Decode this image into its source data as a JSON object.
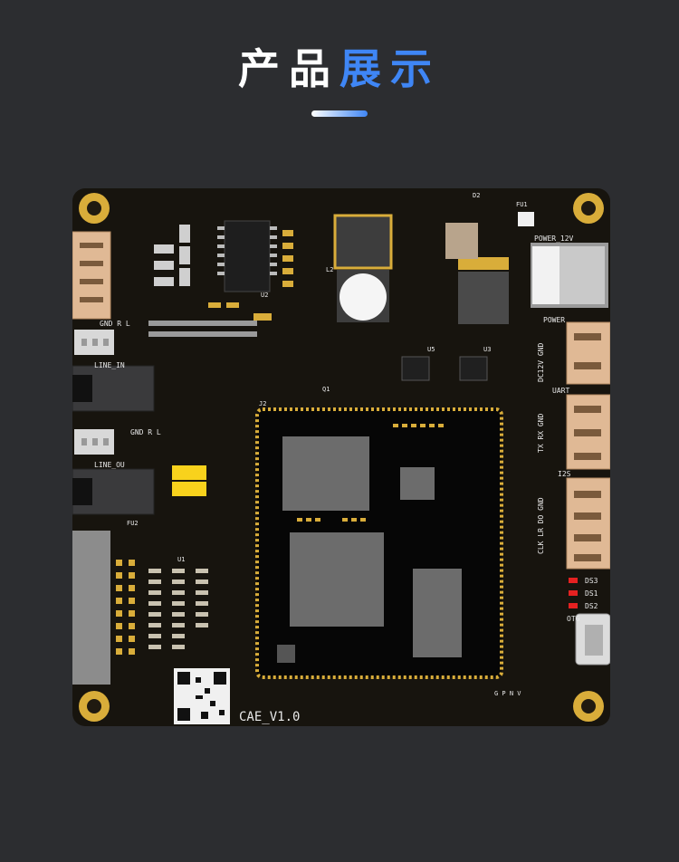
{
  "heading": {
    "part1": "产品",
    "part2": "展示"
  },
  "board": {
    "version": "CAE_V1.0",
    "connector_labels": [
      "GND R L",
      "LINE_IN",
      "GND R L",
      "LINE_OU",
      "POWER_12V",
      "POWER",
      "UART",
      "I2S"
    ],
    "pin_labels": {
      "power": "DC12V GND",
      "uart": "TX RX GND",
      "i2s": "CLK LR DO GND",
      "debug": "G P N V"
    },
    "led_labels": [
      "DS3",
      "DS1",
      "DS2",
      "OTG"
    ],
    "ic_labels": [
      "U1",
      "U2",
      "U3",
      "U5",
      "J2",
      "L2",
      "Q1",
      "FU1",
      "FU2",
      "D2"
    ]
  },
  "colors": {
    "accent": "#3f86f5",
    "pcb": "#17140e",
    "gold": "#d9ad3a"
  }
}
